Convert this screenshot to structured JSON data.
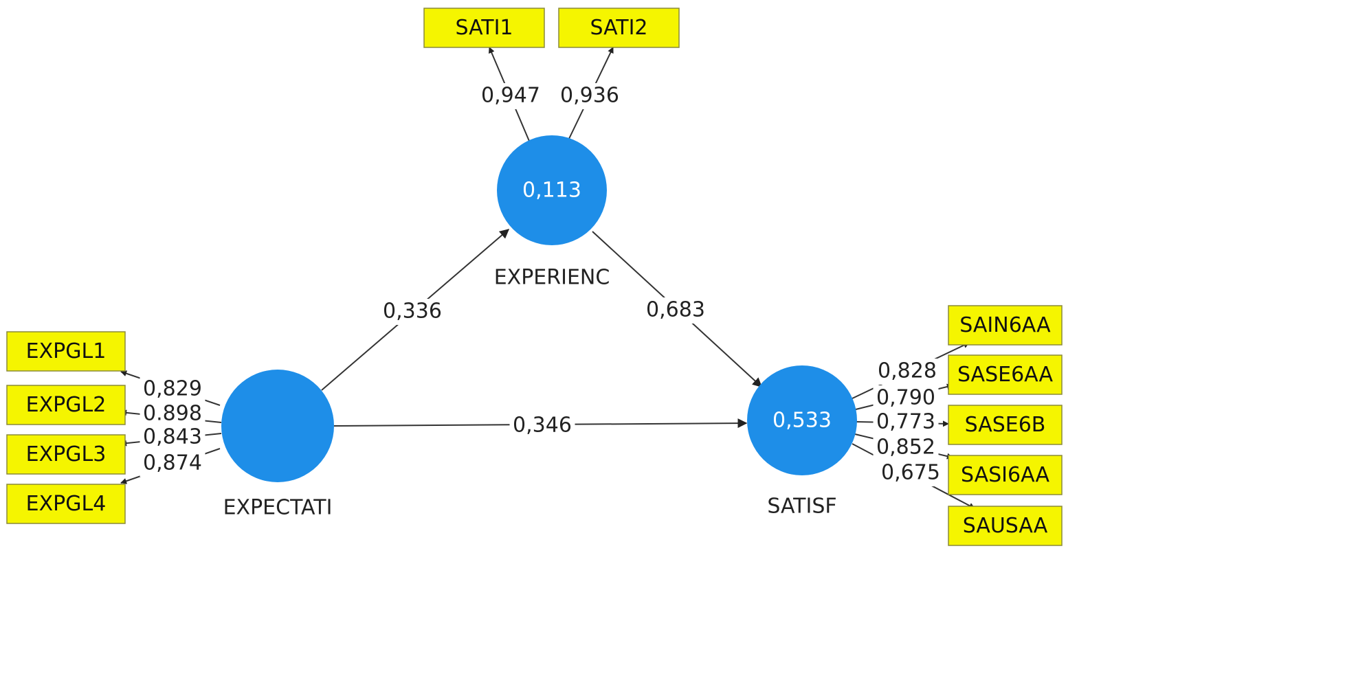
{
  "latents": [
    {
      "id": "EXPERIENC",
      "name": "EXPERIENC",
      "value": "0,113"
    },
    {
      "id": "EXPECTATI",
      "name": "EXPECTATI",
      "value": ""
    },
    {
      "id": "SATISF",
      "name": "SATISF",
      "value": "0,533"
    }
  ],
  "indicators": [
    "SATI1",
    "SATI2",
    "EXPGL1",
    "EXPGL2",
    "EXPGL3",
    "EXPGL4",
    "SAIN6AA",
    "SASE6AA",
    "SASE6B",
    "SASI6AA",
    "SAUSAA"
  ],
  "paths": [
    {
      "from": "EXPECTATI",
      "to": "EXPERIENC",
      "coef": "0,336"
    },
    {
      "from": "EXPERIENC",
      "to": "SATISF",
      "coef": "0,683"
    },
    {
      "from": "EXPECTATI",
      "to": "SATISF",
      "coef": "0,346"
    }
  ],
  "loadings": [
    {
      "latent": "EXPERIENC",
      "indicator": "SATI1",
      "value": "0,947"
    },
    {
      "latent": "EXPERIENC",
      "indicator": "SATI2",
      "value": "0,936"
    },
    {
      "latent": "EXPECTATI",
      "indicator": "EXPGL1",
      "value": "0,829"
    },
    {
      "latent": "EXPECTATI",
      "indicator": "EXPGL2",
      "value": "0.898"
    },
    {
      "latent": "EXPECTATI",
      "indicator": "EXPGL3",
      "value": "0,843"
    },
    {
      "latent": "EXPECTATI",
      "indicator": "EXPGL4",
      "value": "0,874"
    },
    {
      "latent": "SATISF",
      "indicator": "SAIN6AA",
      "value": "0,828"
    },
    {
      "latent": "SATISF",
      "indicator": "SASE6AA",
      "value": "0,790"
    },
    {
      "latent": "SATISF",
      "indicator": "SASE6B",
      "value": "0,773"
    },
    {
      "latent": "SATISF",
      "indicator": "SASI6AA",
      "value": "0,852"
    },
    {
      "latent": "SATISF",
      "indicator": "SAUSAA",
      "value": "0,675"
    }
  ],
  "colors": {
    "latent": "#1e8ee8",
    "indicator": "#f5f500",
    "line": "#333333"
  }
}
